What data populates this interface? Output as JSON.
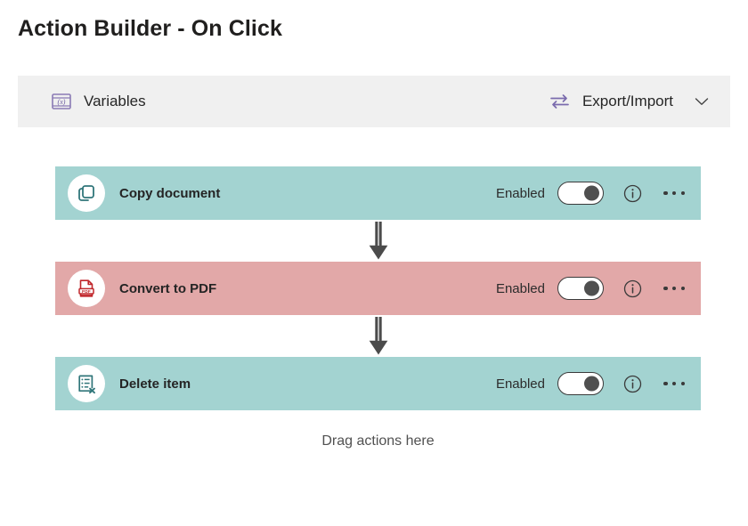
{
  "page": {
    "title": "Action Builder - On Click",
    "background": "#ffffff"
  },
  "toolbar": {
    "background": "#f0f0f0",
    "accent": "#7a6bad",
    "variables": {
      "label": "Variables",
      "icon": "variables-x-icon"
    },
    "export_import": {
      "label": "Export/Import",
      "icon": "swap-arrows-icon",
      "chevron": "chevron-down-icon"
    }
  },
  "flow": {
    "actions": [
      {
        "name": "Copy document",
        "icon": "copy-document-icon",
        "row_color": "#a3d3d1",
        "icon_color": "#30767a",
        "toggle": {
          "label": "Enabled",
          "state": "on"
        },
        "info": "info-icon",
        "more": "more-options-icon"
      },
      {
        "name": "Convert to PDF",
        "icon": "pdf-document-icon",
        "row_color": "#e2a8a8",
        "icon_color": "#c0252a",
        "toggle": {
          "label": "Enabled",
          "state": "on"
        },
        "info": "info-icon",
        "more": "more-options-icon"
      },
      {
        "name": "Delete item",
        "icon": "delete-list-item-icon",
        "row_color": "#a3d3d1",
        "icon_color": "#30767a",
        "toggle": {
          "label": "Enabled",
          "state": "on"
        },
        "info": "info-icon",
        "more": "more-options-icon"
      }
    ],
    "connector_icon": "arrow-down-icon",
    "connector_color": "#4b4b4b",
    "drop_hint": "Drag actions here"
  }
}
